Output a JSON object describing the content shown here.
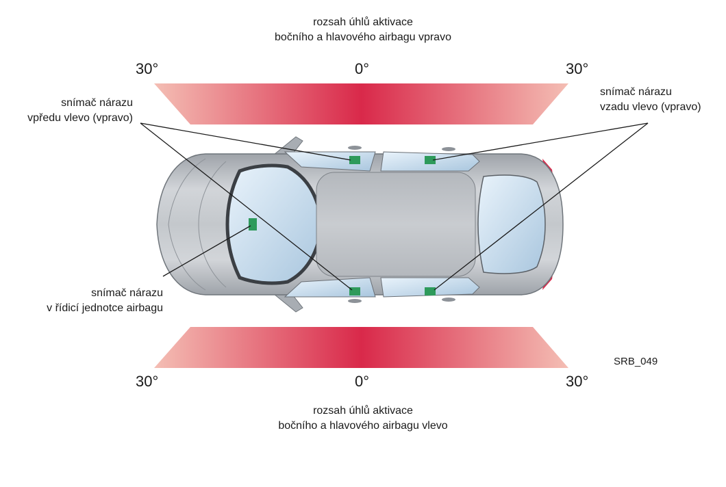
{
  "top_caption": {
    "line1": "rozsah úhlů aktivace",
    "line2": "bočního a hlavového airbagu vpravo"
  },
  "bottom_caption": {
    "line1": "rozsah úhlů aktivace",
    "line2": "bočního a hlavového airbagu vlevo"
  },
  "top_angles": {
    "left": "30°",
    "center": "0°",
    "right": "30°"
  },
  "bottom_angles": {
    "left": "30°",
    "center": "0°",
    "right": "30°"
  },
  "label_front": {
    "line1": "snímač nárazu",
    "line2": "vpředu vlevo (vpravo)"
  },
  "label_rear": {
    "line1": "snímač nárazu",
    "line2": "vzadu vlevo (vpravo)"
  },
  "label_control_unit": {
    "line1": "snímač nárazu",
    "line2": "v řídicí jednotce airbagu"
  },
  "figure_code": "SRB_049",
  "colors": {
    "band_center": "#d9294a",
    "band_edge": "#f2b3aa",
    "sensor": "#2e9a5b",
    "car_body": "#bfc3c8"
  }
}
